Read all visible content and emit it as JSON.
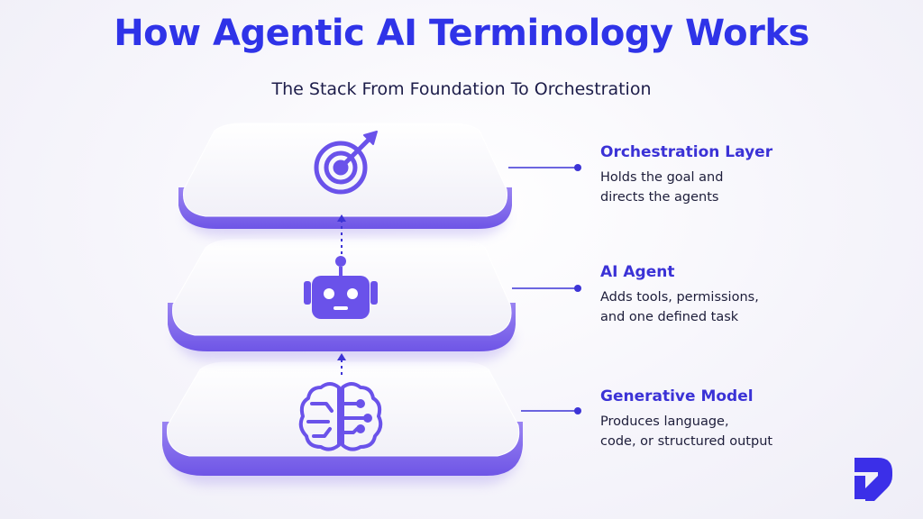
{
  "title": "How Agentic AI Terminology Works",
  "subtitle": "The Stack From Foundation To Orchestration",
  "colors": {
    "accent": "#2f33e8",
    "icon": "#6a52ea",
    "platform_side": "#7f63ec",
    "connector": "#3d34d6",
    "text": "#1d1d3a"
  },
  "layers": [
    {
      "title": "Orchestration Layer",
      "icon": "target-arrow-icon",
      "desc": [
        "Holds the goal and",
        "directs the agents"
      ]
    },
    {
      "title": "AI Agent",
      "icon": "robot-icon",
      "desc": [
        "Adds tools, permissions,",
        "and one defined task"
      ]
    },
    {
      "title": "Generative Model",
      "icon": "brain-circuit-icon",
      "desc": [
        "Produces language,",
        "code, or structured output"
      ]
    }
  ],
  "logo": "brand-logo-icon"
}
